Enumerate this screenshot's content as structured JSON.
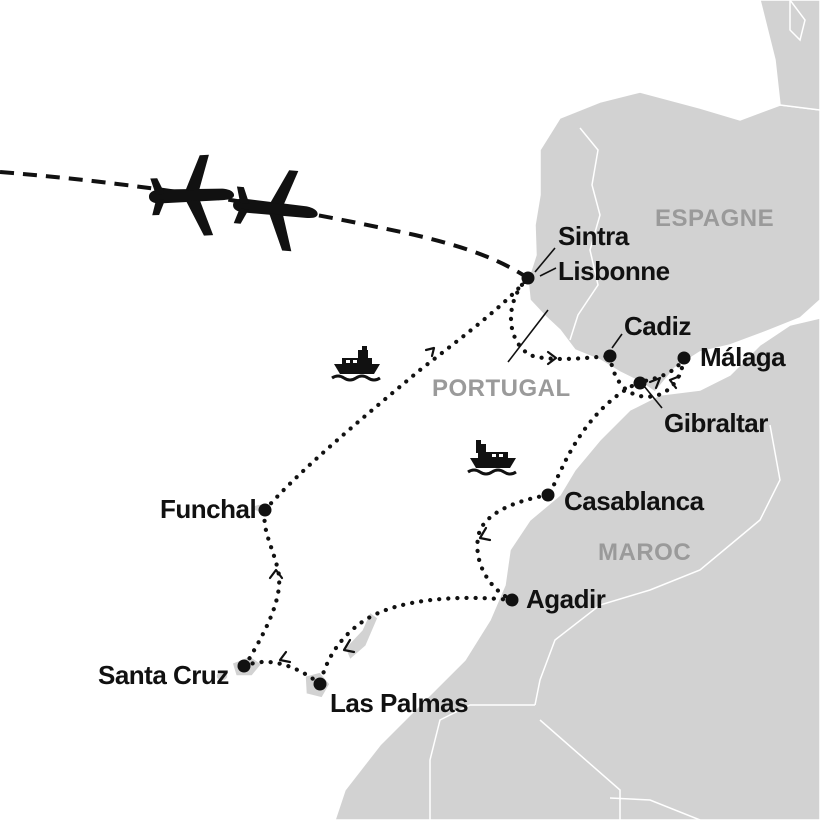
{
  "colors": {
    "sea": "#ffffff",
    "land": "#d2d2d2",
    "border": "#ffffff",
    "route": "#111111",
    "country_label": "#9a9a9a"
  },
  "countries": {
    "spain": "ESPAGNE",
    "portugal": "PORTUGAL",
    "morocco": "MAROC"
  },
  "cities": {
    "sintra": "Sintra",
    "lisbon": "Lisbonne",
    "cadiz": "Cadiz",
    "malaga": "Málaga",
    "gibraltar": "Gibraltar",
    "casablanca": "Casablanca",
    "agadir": "Agadir",
    "funchal": "Funchal",
    "santa_cruz": "Santa Cruz",
    "las_palmas": "Las Palmas"
  },
  "icons": {
    "flight": "airplane-icon",
    "cruise": "ship-icon"
  }
}
